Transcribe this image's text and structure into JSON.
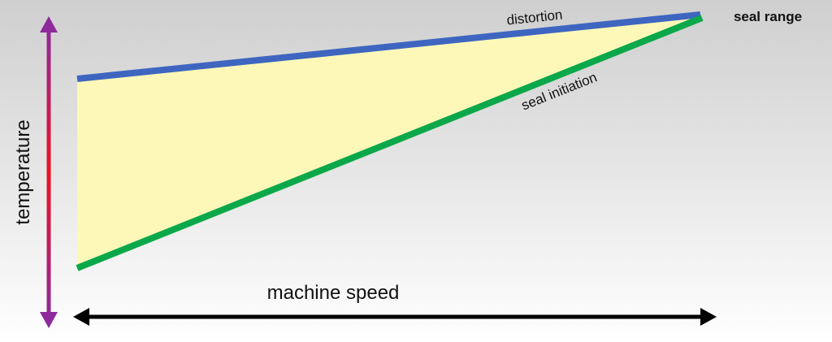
{
  "labels": {
    "distortion": "distortion",
    "seal_initiation": "seal initiation",
    "seal_range": "seal range",
    "x_axis": "machine speed",
    "y_axis": "temperature"
  },
  "colors": {
    "distortion_line": "#3e66c0",
    "seal_initiation_line": "#0aa84a",
    "seal_window_fill": "#fdf8b8",
    "temperature_arrow_end": "#8e2a9c",
    "temperature_arrow_mid": "#ee1122",
    "speed_arrow": "#000000"
  }
}
